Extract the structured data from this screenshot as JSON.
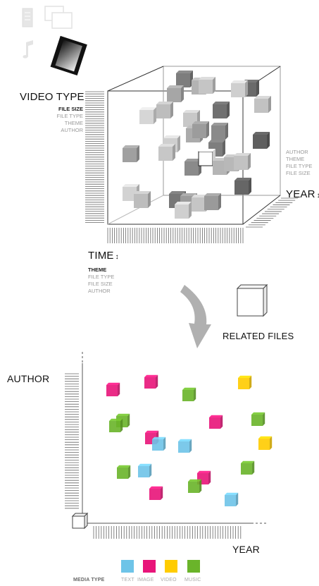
{
  "top_view": {
    "y_axis_title": "VIDEO TYPE",
    "y_axis_options": [
      "FILE SIZE",
      "FILE TYPE",
      "THEME",
      "AUTHOR"
    ],
    "x_axis_title": "TIME",
    "x_axis_options": [
      "THEME",
      "FILE TYPE",
      "FILE SIZE",
      "AUTHOR"
    ],
    "z_axis_title": "YEAR",
    "z_axis_options": [
      "AUTHOR",
      "THEME",
      "FILE TYPE",
      "FILE SIZE"
    ],
    "sort_marker": "↕",
    "media_icons": [
      "document-icon",
      "image-icon",
      "music-icon",
      "video-icon"
    ]
  },
  "transition": {
    "label": "RELATED FILES"
  },
  "bottom_view": {
    "y_axis_title": "AUTHOR",
    "x_axis_title": "YEAR"
  },
  "legend": {
    "title": "MEDIA TYPE",
    "items": [
      {
        "label": "TEXT",
        "color": "#6ec4e8"
      },
      {
        "label": "IMAGE",
        "color": "#e8157a"
      },
      {
        "label": "VIDEO",
        "color": "#ffcc00"
      },
      {
        "label": "MUSIC",
        "color": "#6ab42a"
      }
    ]
  }
}
